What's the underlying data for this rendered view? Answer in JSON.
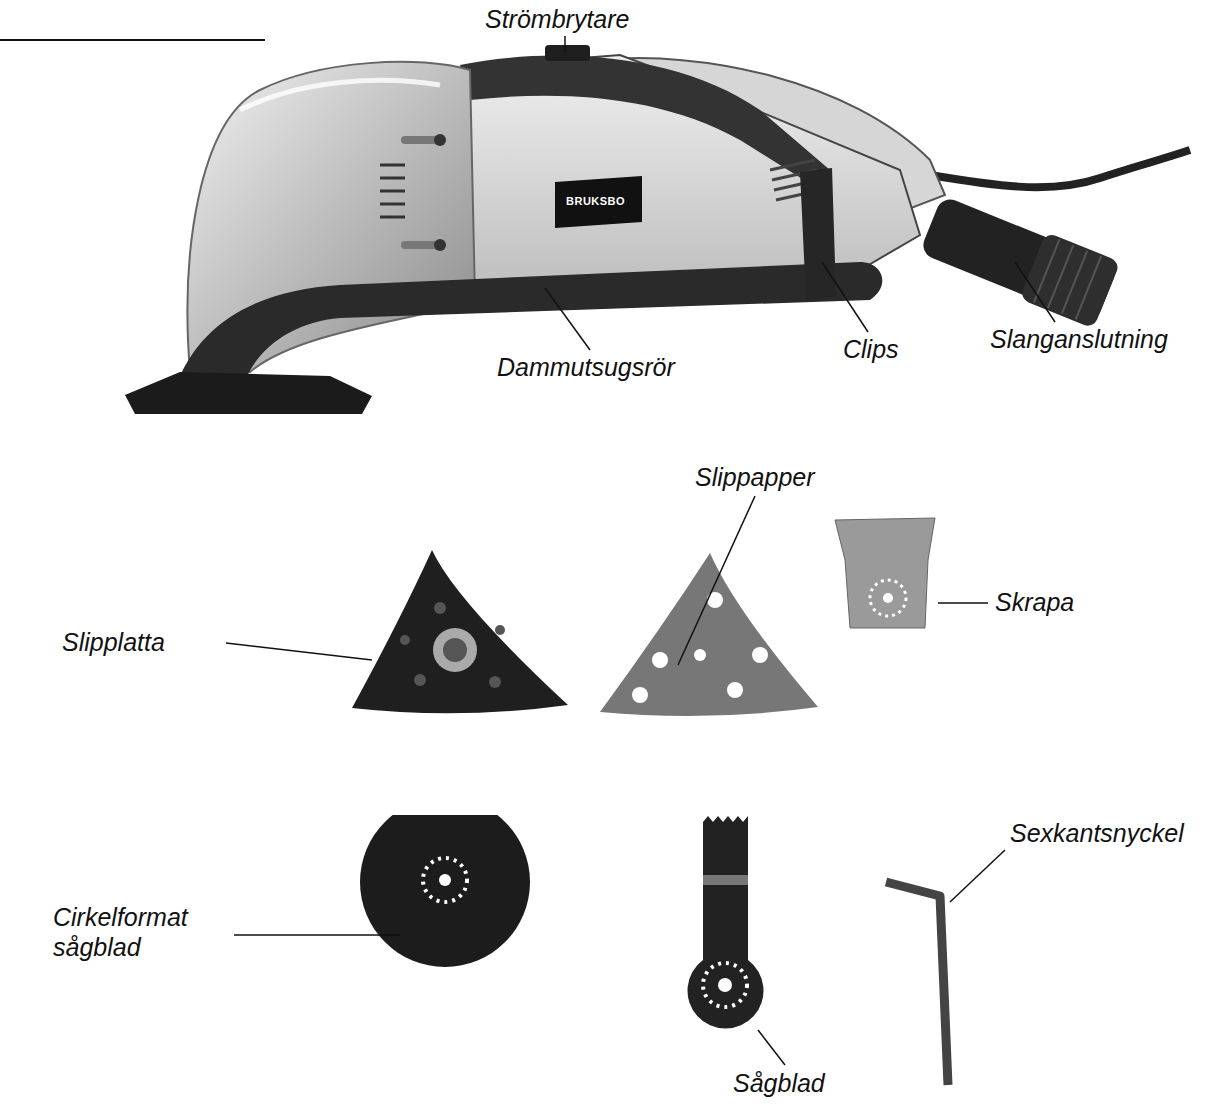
{
  "diagram": {
    "labels": [
      "Strömbrytare",
      "Dammutsugsrör",
      "Clips",
      "Slanganslutning",
      "BRUKSBO",
      "Slippapper",
      "Slipplatta",
      "Skrapa",
      "Cirkelformat sågblad",
      "Sexkantsnyckel",
      "Sågblad"
    ]
  }
}
